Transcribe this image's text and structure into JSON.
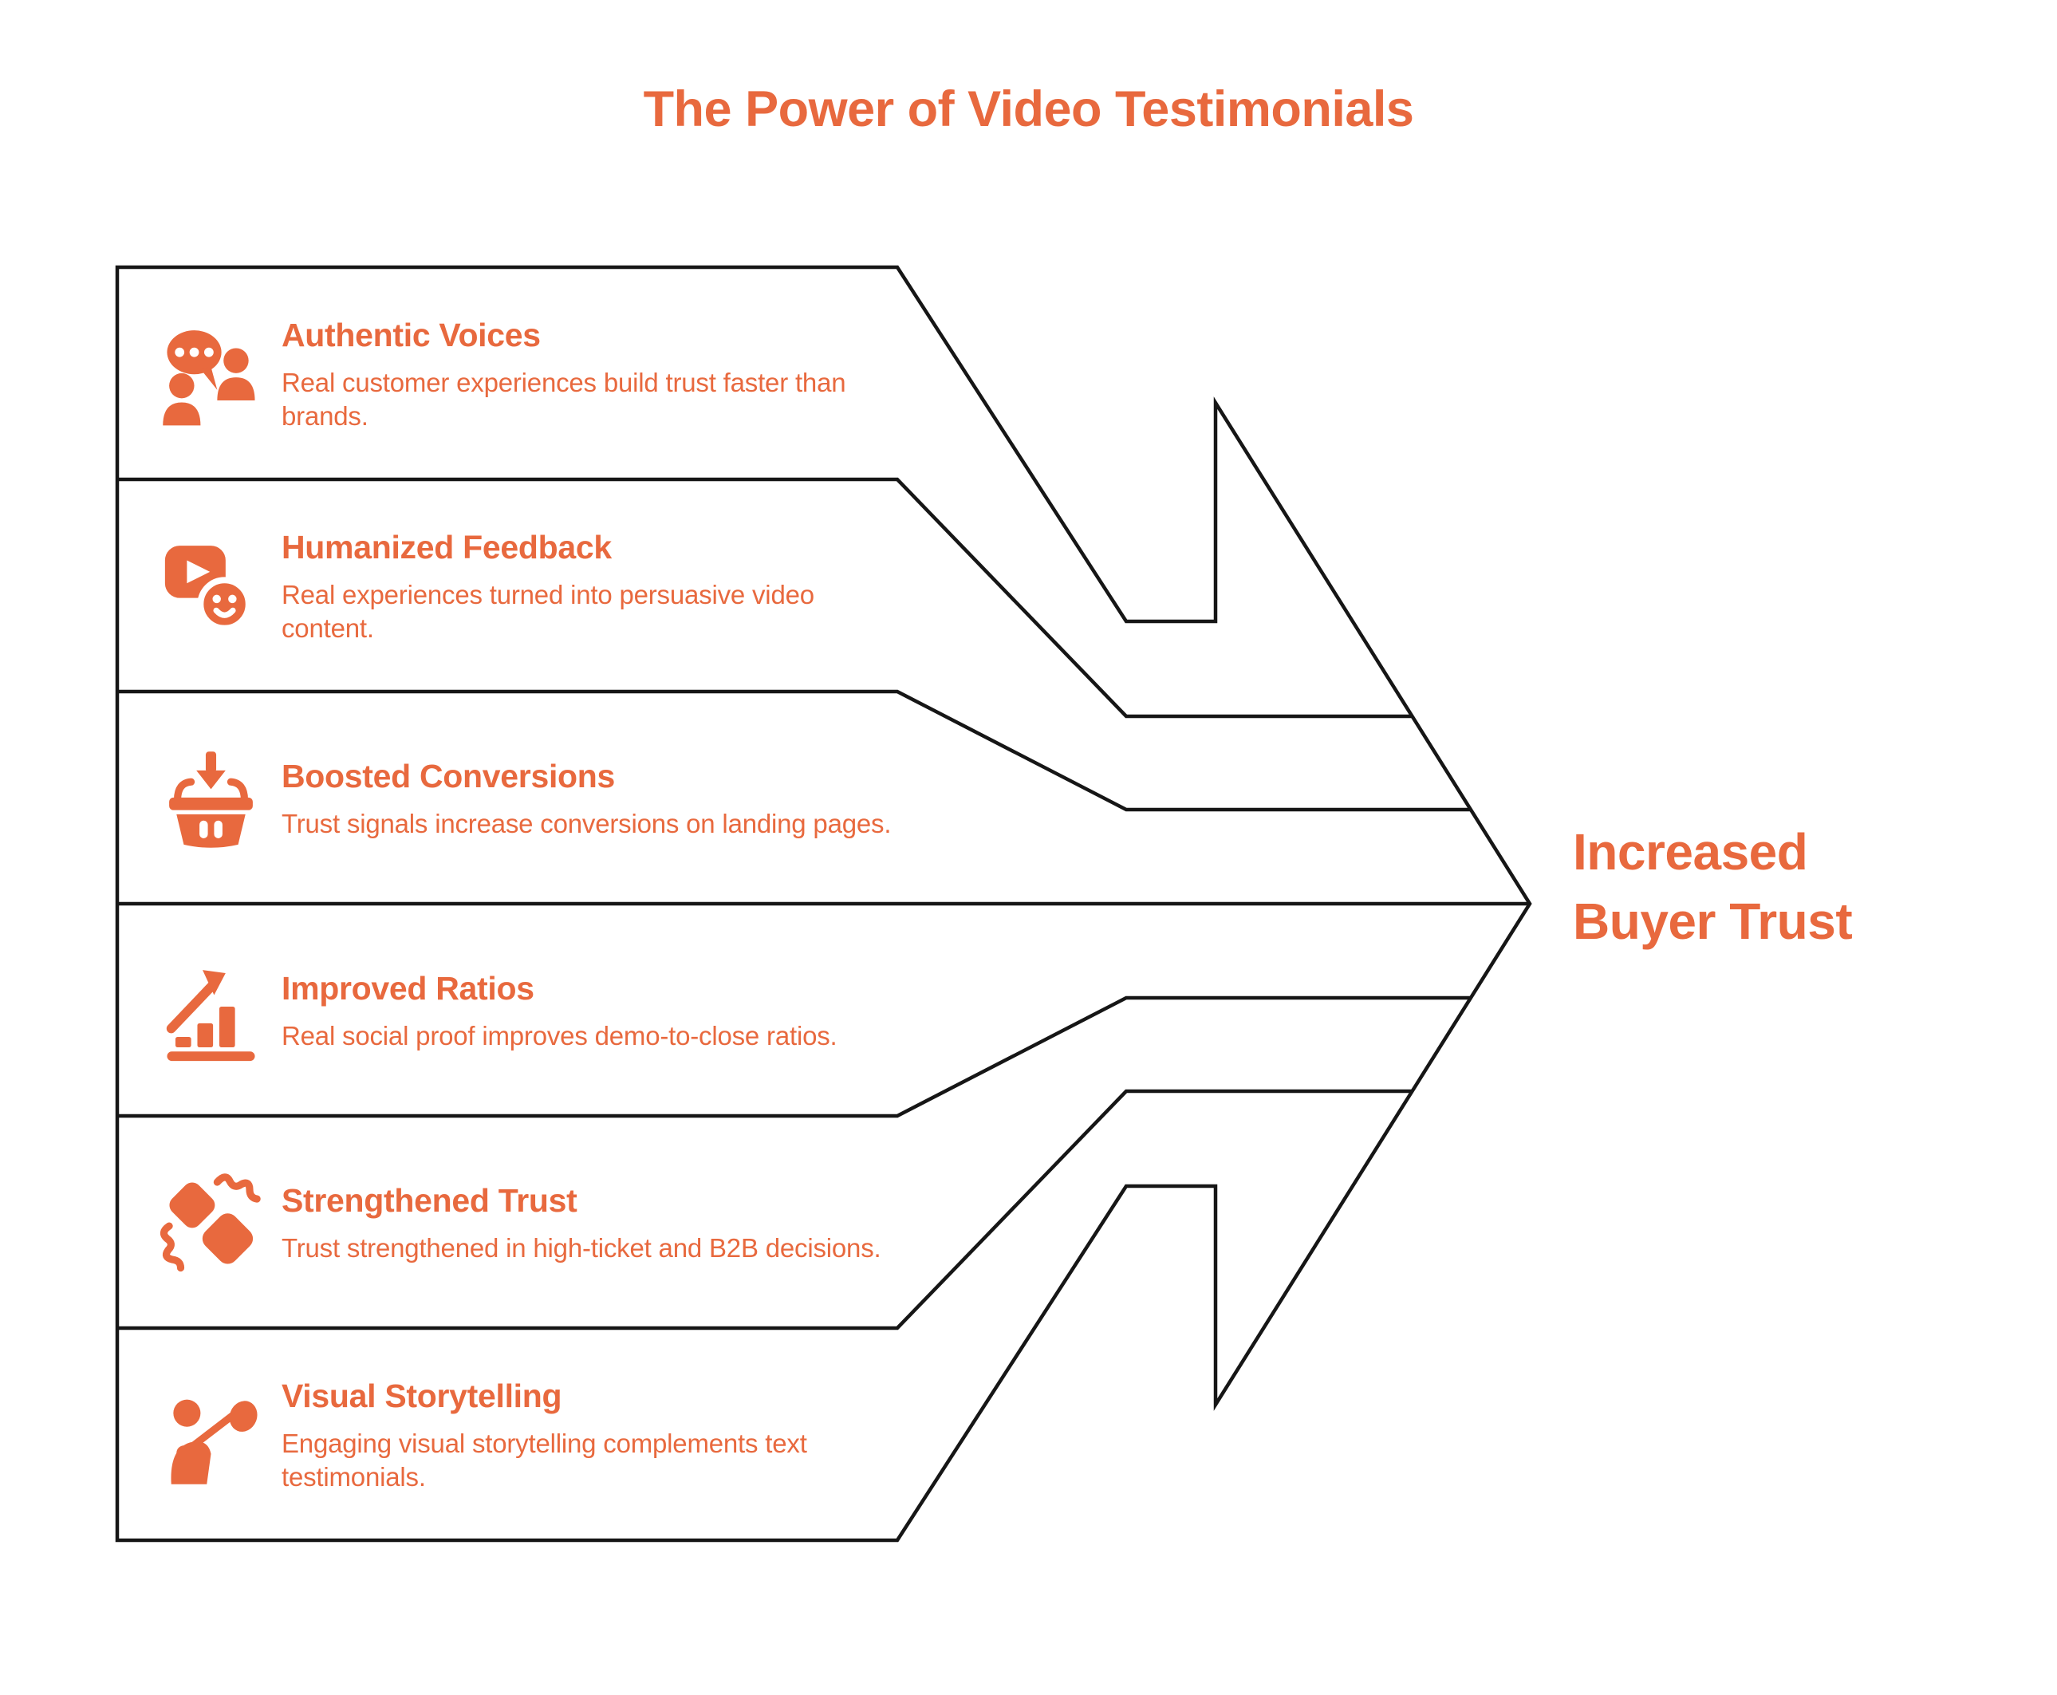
{
  "page": {
    "title": "The Power of Video Testimonials"
  },
  "colors": {
    "accent": "#E8693E",
    "outline": "#161616",
    "background": "#FFFFFF"
  },
  "result": {
    "label": "Increased Buyer Trust"
  },
  "items": [
    {
      "icon": "people-conversation-icon",
      "title": "Authentic Voices",
      "description": "Real customer experiences build trust faster than brands."
    },
    {
      "icon": "video-play-smiley-icon",
      "title": "Humanized Feedback",
      "description": "Real experiences turned into persuasive video content."
    },
    {
      "icon": "basket-download-icon",
      "title": "Boosted Conversions",
      "description": "Trust signals increase conversions on landing pages."
    },
    {
      "icon": "growth-chart-arrow-icon",
      "title": "Improved Ratios",
      "description": "Real social proof improves demo-to-close ratios."
    },
    {
      "icon": "interlocking-gears-icon",
      "title": "Strengthened Trust",
      "description": "Trust strengthened in high-ticket and B2B decisions."
    },
    {
      "icon": "person-flag-icon",
      "title": "Visual Storytelling",
      "description": "Engaging visual storytelling complements text testimonials."
    }
  ]
}
